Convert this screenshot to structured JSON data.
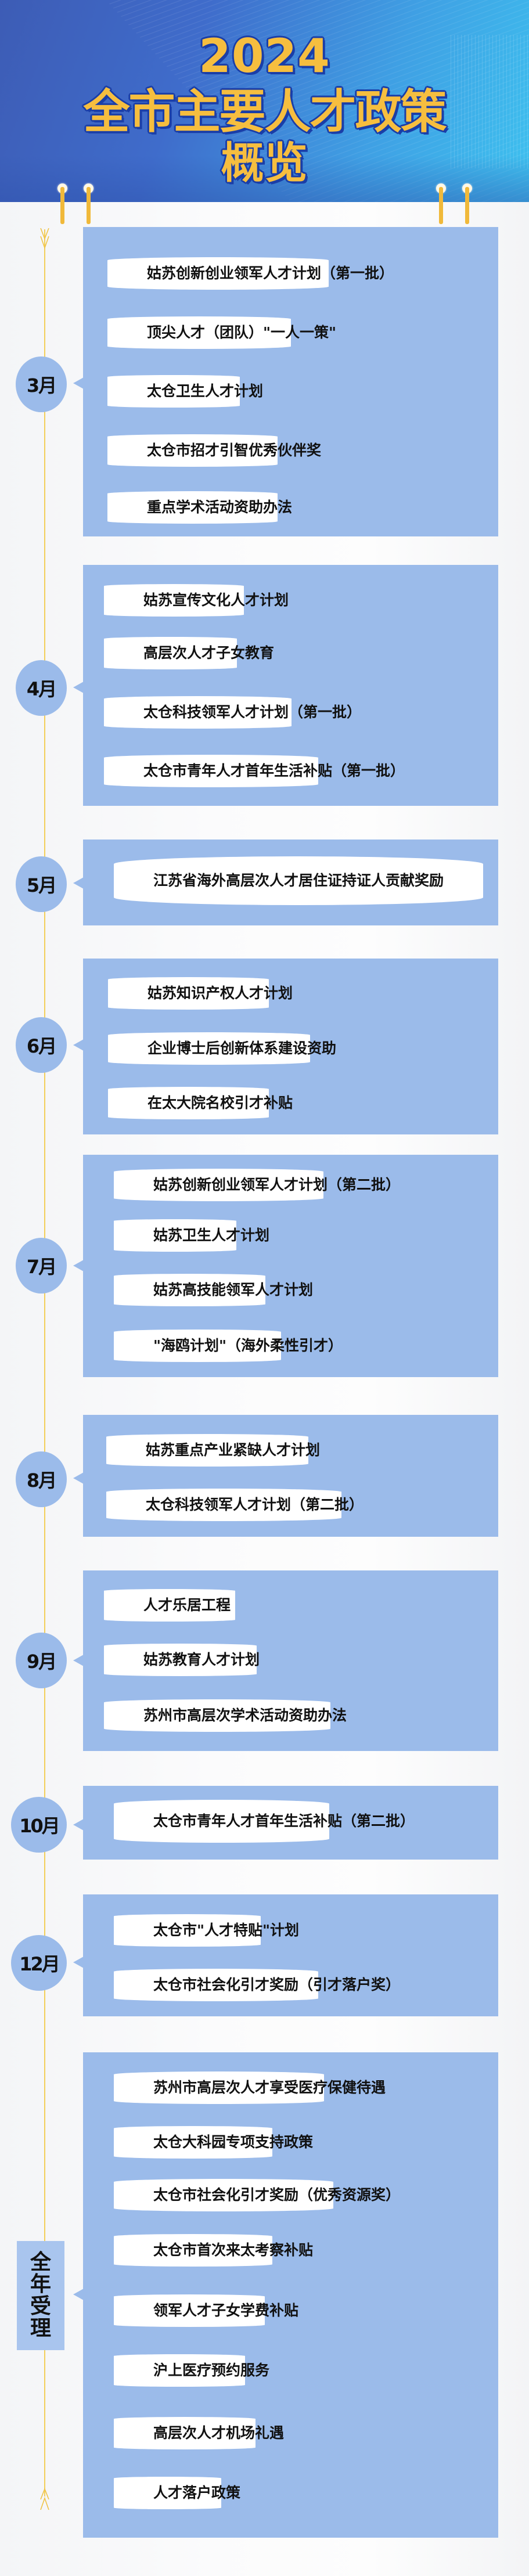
{
  "header": {
    "year": "2024",
    "title": "全市主要人才政策",
    "subtitle": "概览"
  },
  "colors": {
    "header_gradient_start": "#3d5cb5",
    "header_gradient_end": "#3ec1ef",
    "title_fill": "#f6be3f",
    "title_outline": "#1a3ea8",
    "panel_bg": "#9bbbea",
    "pill_bg": "#ffffff",
    "timeline": "#f3cf5a"
  },
  "timeline": [
    {
      "label": "3月",
      "items": [
        "姑苏创新创业领军人才计划（第一批）",
        "顶尖人才（团队）\"一人一策\"",
        "太仓卫生人才计划",
        "太仓市招才引智优秀伙伴奖",
        "重点学术活动资助办法"
      ]
    },
    {
      "label": "4月",
      "items": [
        "姑苏宣传文化人才计划",
        "高层次人才子女教育",
        "太仓科技领军人才计划（第一批）",
        "太仓市青年人才首年生活补贴（第一批）"
      ]
    },
    {
      "label": "5月",
      "items": [
        "江苏省海外高层次人才居住证持证人贡献奖励"
      ]
    },
    {
      "label": "6月",
      "items": [
        "姑苏知识产权人才计划",
        "企业博士后创新体系建设资助",
        "在太大院名校引才补贴"
      ]
    },
    {
      "label": "7月",
      "items": [
        "姑苏创新创业领军人才计划（第二批）",
        "姑苏卫生人才计划",
        "姑苏高技能领军人才计划",
        "\"海鸥计划\"（海外柔性引才）"
      ]
    },
    {
      "label": "8月",
      "items": [
        "姑苏重点产业紧缺人才计划",
        "太仓科技领军人才计划（第二批）"
      ]
    },
    {
      "label": "9月",
      "items": [
        "人才乐居工程",
        "姑苏教育人才计划",
        "苏州市高层次学术活动资助办法"
      ]
    },
    {
      "label": "10月",
      "items": [
        "太仓市青年人才首年生活补贴（第二批）"
      ]
    },
    {
      "label": "12月",
      "items": [
        "太仓市\"人才特贴\"计划",
        "太仓市社会化引才奖励（引才落户奖）"
      ]
    },
    {
      "label": "全年受理",
      "label_chars": [
        "全",
        "年",
        "受",
        "理"
      ],
      "items": [
        "苏州市高层次人才享受医疗保健待遇",
        "太仓大科园专项支持政策",
        "太仓市社会化引才奖励（优秀资源奖）",
        "太仓市首次来太考察补贴",
        "领军人才子女学费补贴",
        "沪上医疗预约服务",
        "高层次人才机场礼遇",
        "人才落户政策"
      ]
    }
  ]
}
